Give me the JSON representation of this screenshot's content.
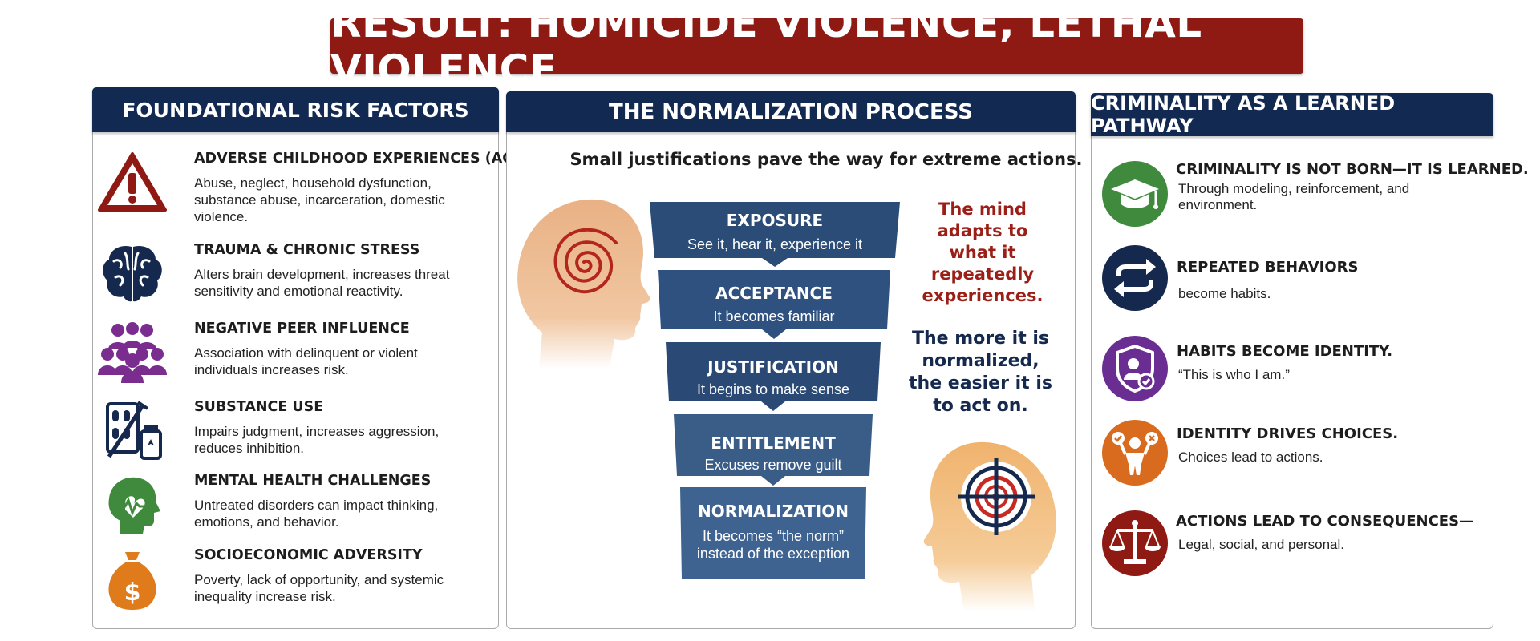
{
  "banner": {
    "title": "RESULT: HOMICIDE VIOLENCE, LETHAL VIOLENCE"
  },
  "left_panel": {
    "header": "FOUNDATIONAL RISK FACTORS",
    "items": [
      {
        "icon": "warning-triangle-icon",
        "title": "ADVERSE CHILDHOOD EXPERIENCES (ACES)",
        "desc": "Abuse, neglect, household dysfunction, substance abuse, incarceration, domestic violence."
      },
      {
        "icon": "brain-icon",
        "title": "TRAUMA & CHRONIC STRESS",
        "desc": "Alters brain development, increases threat sensitivity and emotional reactivity."
      },
      {
        "icon": "group-people-icon",
        "title": "NEGATIVE PEER INFLUENCE",
        "desc": "Association with delinquent or violent individuals increases risk."
      },
      {
        "icon": "pills-syringe-icon",
        "title": "SUBSTANCE USE",
        "desc": "Impairs judgment, increases aggression, reduces inhibition."
      },
      {
        "icon": "head-heartbeat-icon",
        "title": "MENTAL HEALTH CHALLENGES",
        "desc": "Untreated disorders can impact thinking, emotions, and behavior."
      },
      {
        "icon": "money-bag-icon",
        "title": "SOCIOECONOMIC ADVERSITY",
        "desc": "Poverty, lack of opportunity, and systemic inequality increase risk."
      }
    ]
  },
  "middle_panel": {
    "header": "THE NORMALIZATION PROCESS",
    "subtitle": "Small justifications pave the way for extreme actions.",
    "steps": [
      {
        "title": "EXPOSURE",
        "desc": "See it, hear it, experience it"
      },
      {
        "title": "ACCEPTANCE",
        "desc": "It becomes familiar"
      },
      {
        "title": "JUSTIFICATION",
        "desc": "It begins to make sense"
      },
      {
        "title": "ENTITLEMENT",
        "desc": "Excuses remove guilt"
      },
      {
        "title": "NORMALIZATION",
        "desc": "It becomes “the norm” instead of the exception"
      }
    ],
    "note_red": "The mind adapts to what it repeatedly experiences.",
    "note_blue": "The more it is normalized, the easier it is to act on.",
    "icons": [
      "head-spiral-icon",
      "head-target-icon"
    ]
  },
  "right_panel": {
    "header": "CRIMINALITY AS A LEARNED PATHWAY",
    "items": [
      {
        "icon": "graduation-cap-icon",
        "color": "#3f8a3c",
        "title": "CRIMINALITY IS NOT BORN—IT IS LEARNED.",
        "desc": "Through modeling, reinforcement, and environment."
      },
      {
        "icon": "repeat-arrows-icon",
        "color": "#122a52",
        "title": "REPEATED BEHAVIORS",
        "desc": "become habits."
      },
      {
        "icon": "shield-identity-icon",
        "color": "#6a2d91",
        "title": "HABITS BECOME IDENTITY.",
        "desc": "“This is who I am.”"
      },
      {
        "icon": "person-choices-icon",
        "color": "#d96b1f",
        "title": "IDENTITY DRIVES CHOICES.",
        "desc": "Choices lead to actions."
      },
      {
        "icon": "scales-icon",
        "color": "#8f1a14",
        "title": "ACTIONS LEAD TO CONSEQUENCES—",
        "desc": "Legal, social, and personal."
      }
    ]
  },
  "colors": {
    "banner_red": "#8f1a14",
    "header_navy": "#122a52",
    "funnel_blue": "#294a73",
    "note_red": "#9c1f17",
    "note_navy": "#15284d"
  }
}
